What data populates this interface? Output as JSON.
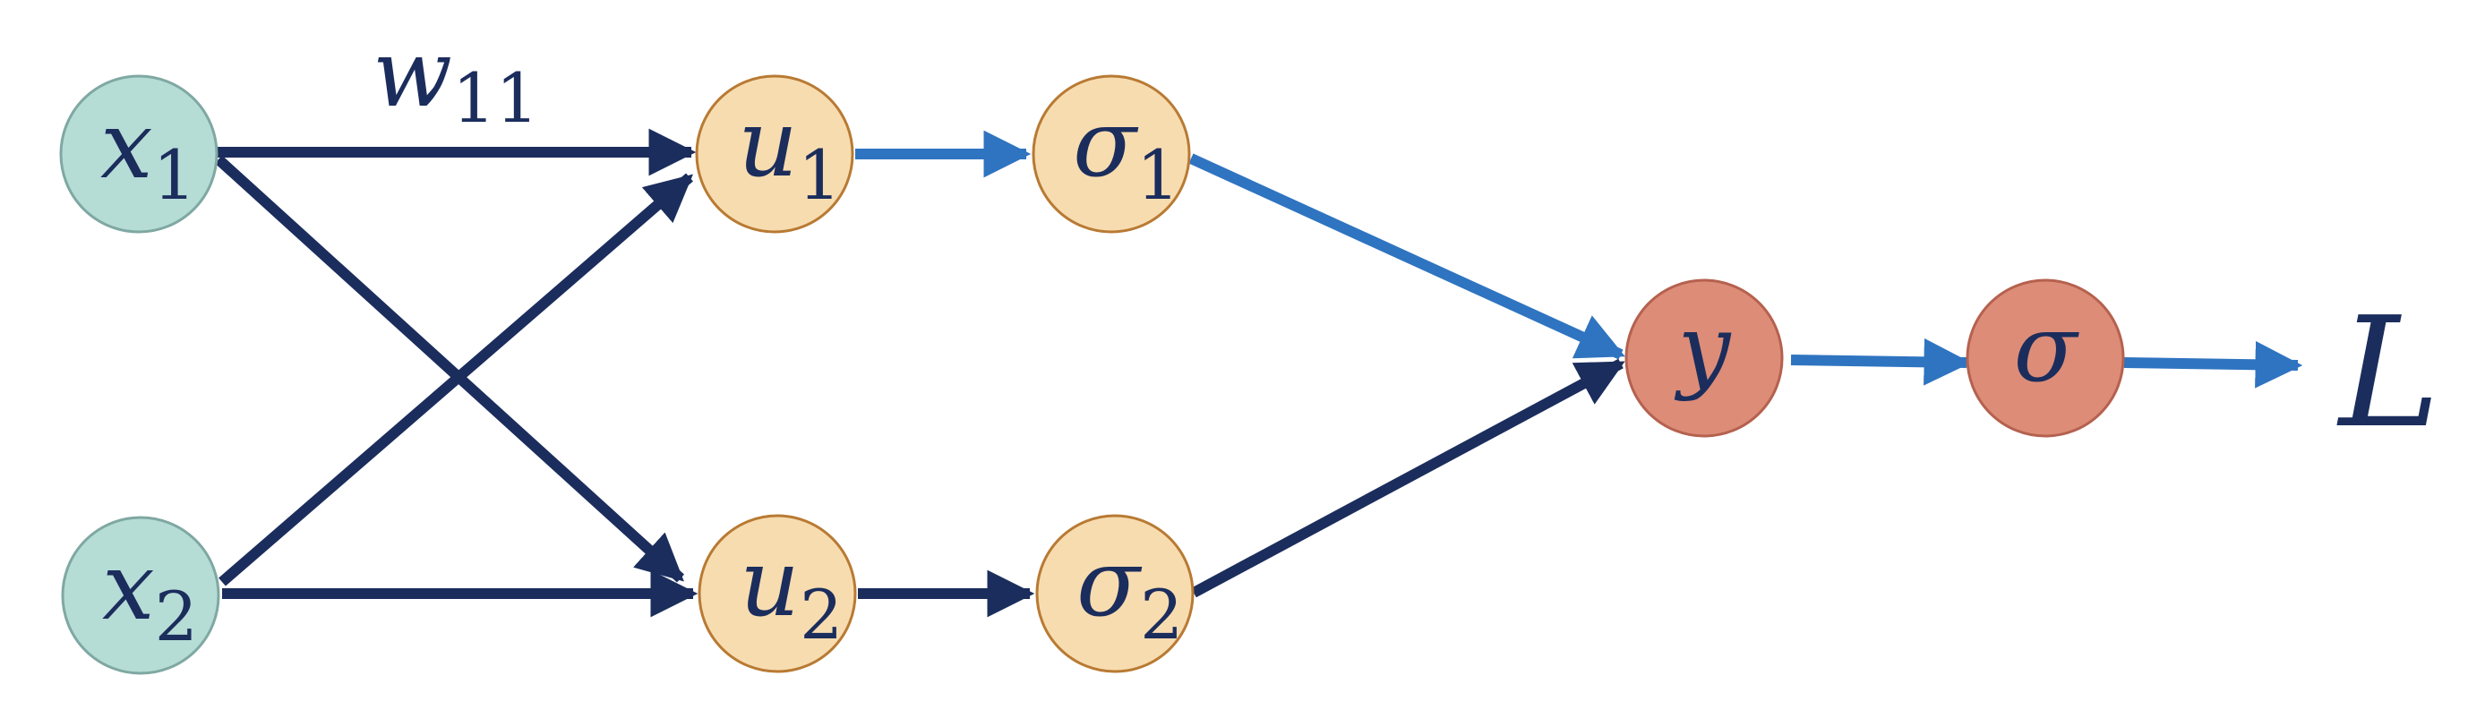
{
  "colors": {
    "dark_edge": "#1b2d5c",
    "blue_edge": "#2f74c0",
    "input_fill": "#b6dcd6",
    "input_stroke": "#7fa8a2",
    "hidden_fill": "#f7dcb0",
    "hidden_stroke": "#b87a33",
    "output_fill": "#dd8c78",
    "output_stroke": "#b5614f",
    "text": "#1b2d5c"
  },
  "nodes": {
    "x1": {
      "base": "x",
      "sub": "1"
    },
    "x2": {
      "base": "x",
      "sub": "2"
    },
    "u1": {
      "base": "u",
      "sub": "1"
    },
    "u2": {
      "base": "u",
      "sub": "2"
    },
    "s1": {
      "base": "σ",
      "sub": "1"
    },
    "s2": {
      "base": "σ",
      "sub": "2"
    },
    "y": {
      "base": "y"
    },
    "sigma": {
      "base": "σ"
    }
  },
  "weight_label": {
    "base": "w",
    "sub": "11"
  },
  "loss_label": "L"
}
